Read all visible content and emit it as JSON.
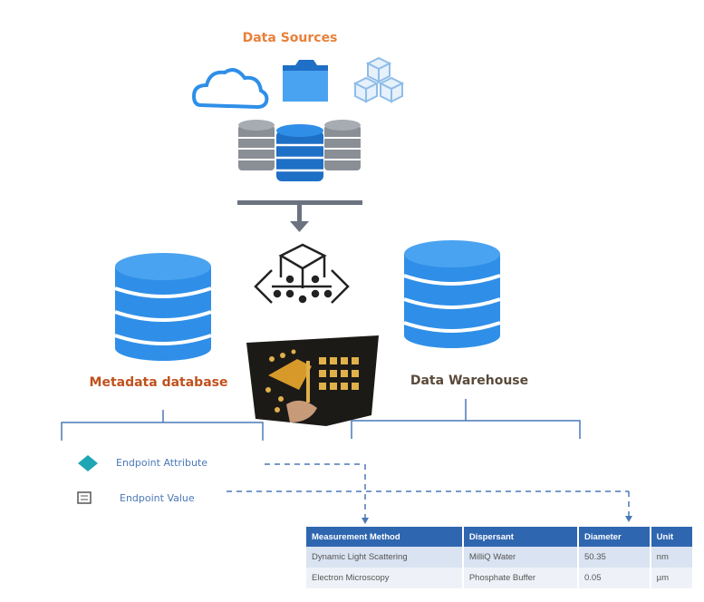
{
  "diagram": {
    "sources_title": "Data Sources",
    "metadata_label": "Metadata database",
    "warehouse_label": "Data Warehouse"
  },
  "legend": {
    "attribute_label": "Endpoint Attribute",
    "value_label": "Endpoint Value"
  },
  "table": {
    "headers": [
      "Measurement Method",
      "Dispersant",
      "Diameter",
      "Unit"
    ],
    "rows": [
      [
        "Dynamic Light Scattering",
        "MilliQ Water",
        "50.35",
        "nm"
      ],
      [
        "Electron Microscopy",
        "Phosphate Buffer",
        "0.05",
        "µm"
      ]
    ]
  },
  "colors": {
    "db_blue": "#2f8fe8",
    "db_gray": "#8a8f96",
    "accent_orange": "#e8803a",
    "header_blue": "#2f66b0"
  },
  "icons": [
    "cloud-icon",
    "folder-icon",
    "cubes-icon",
    "database-icon",
    "molecule-icon",
    "circuit-hand-icon",
    "diamond-icon",
    "value-box-icon"
  ]
}
